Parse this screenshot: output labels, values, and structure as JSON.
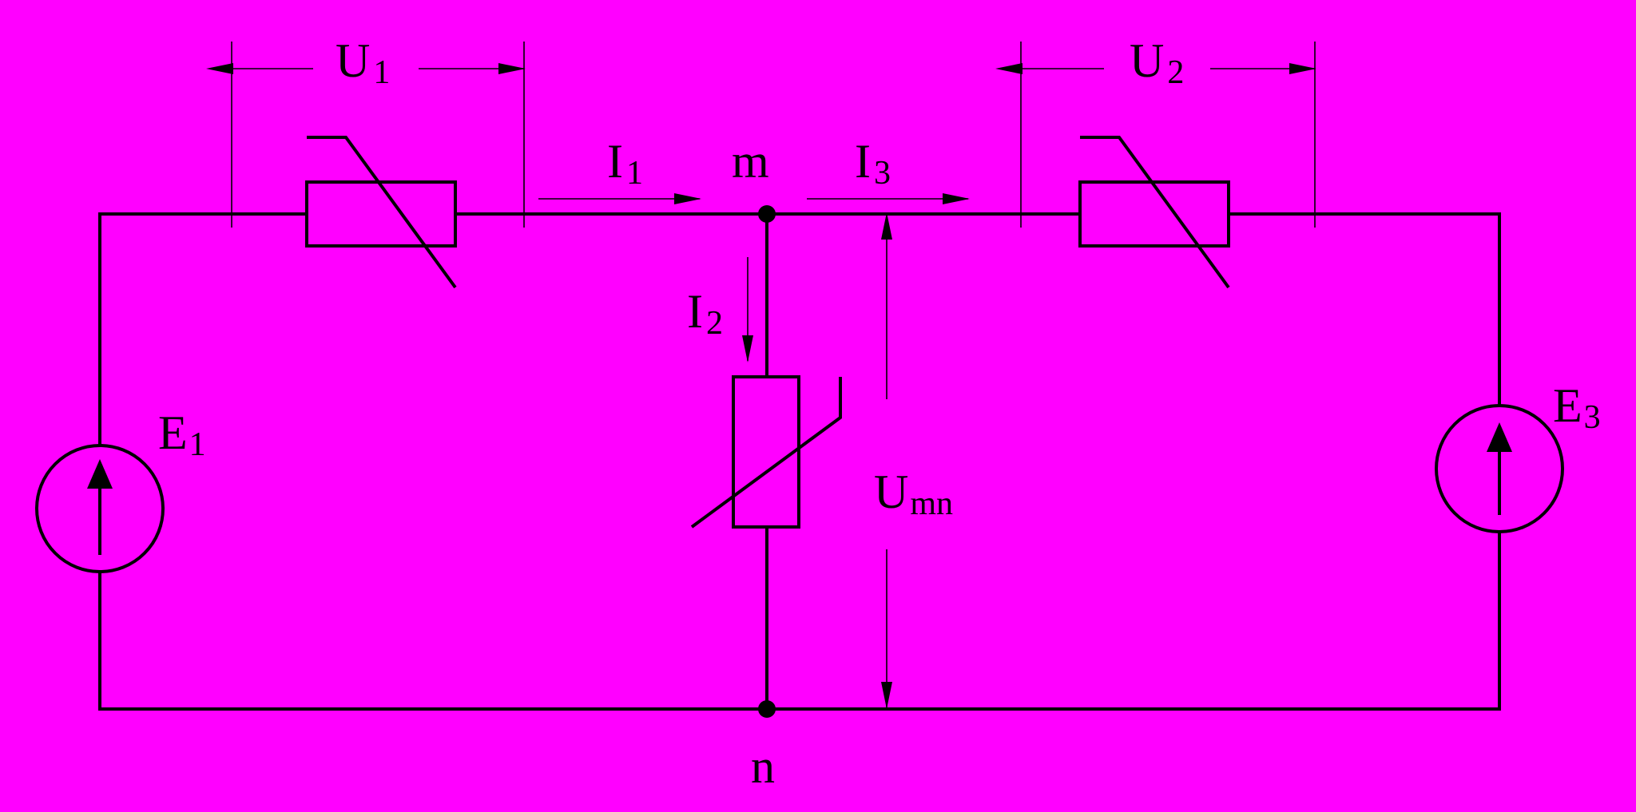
{
  "background": "#ff00ff",
  "stroke_color": "#000000",
  "labels": {
    "U1": {
      "main": "U",
      "sub": "1"
    },
    "U2": {
      "main": "U",
      "sub": "2"
    },
    "I1": {
      "main": "I",
      "sub": "1"
    },
    "I2": {
      "main": "I",
      "sub": "2"
    },
    "I3": {
      "main": "I",
      "sub": "3"
    },
    "E1": {
      "main": "E",
      "sub": "1"
    },
    "E3": {
      "main": "E",
      "sub": "3"
    },
    "Umn": {
      "main": "U",
      "sub": "mn"
    },
    "node_m": "m",
    "node_n": "n"
  }
}
